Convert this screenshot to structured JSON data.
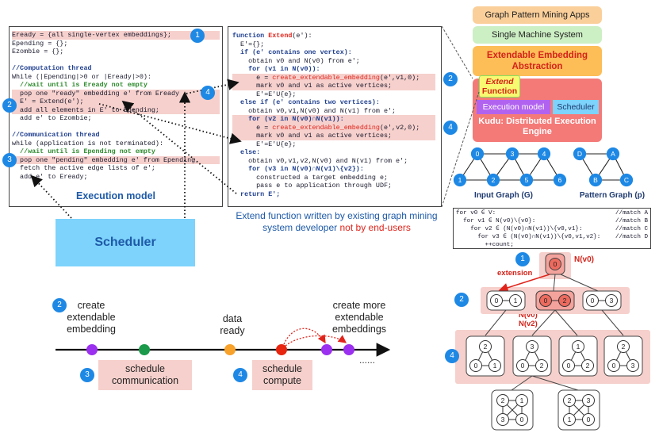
{
  "left_code": {
    "lines": [
      {
        "t": "Eready = {all single-vertex embeddings};",
        "hl": true
      },
      {
        "t": "Epending = {};"
      },
      {
        "t": "Ezombie = {};"
      },
      {
        "t": ""
      },
      {
        "t": "//Computation thread",
        "c": "cmtb"
      },
      {
        "t": "While (|Epending|>0 or |Eready|>0):"
      },
      {
        "t": "  //wait until is Eready not empty",
        "c": "cmt"
      },
      {
        "t": "  pop one \"ready\" embedding e' from Eready",
        "hl": true
      },
      {
        "t": "  E' = Extend(e');",
        "hl": true
      },
      {
        "t": "  add all elements in E' to Epending;",
        "hl": true
      },
      {
        "t": "  add e' to Ezombie;"
      },
      {
        "t": ""
      },
      {
        "t": "//Communication thread",
        "c": "cmtb"
      },
      {
        "t": "while (application is not terminated):"
      },
      {
        "t": "  //wait until is Epending not empty",
        "c": "cmt"
      },
      {
        "t": "  pop one \"pending\" embedding e' from Epending",
        "hl": true
      },
      {
        "t": "  fetch the active edge lists of e';"
      },
      {
        "t": "  add e' to Eready;"
      }
    ],
    "title": "Execution model"
  },
  "right_code": {
    "lines": [
      {
        "t": "function Extend(e'):",
        "fn": true
      },
      {
        "t": "  E'={};"
      },
      {
        "t": "  if (e' contains one vertex):",
        "k": true
      },
      {
        "t": "    obtain v0 and N(v0) from e';"
      },
      {
        "t": "    for (v1 in N(v0)):",
        "k": true
      },
      {
        "t": "      e = create_extendable_embedding(e',v1,0);",
        "hl": true,
        "r": true
      },
      {
        "t": "      mark v0 and v1 as active vertices;",
        "hl": true
      },
      {
        "t": "      E'=E'U{e};"
      },
      {
        "t": "  else if (e' contains two vertices):",
        "k": true
      },
      {
        "t": "    obtain v0,v1,N(v0) and N(v1) from e';"
      },
      {
        "t": "    for (v2 in N(v0)∩N(v1)):",
        "k": true,
        "hl": true
      },
      {
        "t": "      e = create_extendable_embedding(e',v2,0);",
        "hl": true,
        "r": true
      },
      {
        "t": "      mark v0 and v1 as active vertices;",
        "hl": true
      },
      {
        "t": "      E'=E'U{e};"
      },
      {
        "t": "  else:",
        "k": true
      },
      {
        "t": "    obtain v0,v1,v2,N(v0) and N(v1) from e';"
      },
      {
        "t": "    for (v3 in N(v0)∩N(v1)\\{v2}):",
        "k": true
      },
      {
        "t": "      constructed a target embedding e;"
      },
      {
        "t": "      pass e to application through UDF;"
      },
      {
        "t": "  return E';",
        "k": true
      }
    ]
  },
  "caption_black": "Extend function written by existing graph mining system developer",
  "caption_red": "not by end-users",
  "scheduler": "Scheduler",
  "stack": {
    "apps": "Graph Pattern Mining Apps",
    "single": "Single Machine System",
    "ext_emb": "Extendable Embedding Abstraction",
    "extend_fn_1": "Extend",
    "extend_fn_2": "Function",
    "exec_model": "Execution model",
    "sched": "Scheduler",
    "kudu": "Kudu: Distributed Execution Engine"
  },
  "input_graph": {
    "label": "Input Graph (G)",
    "nodes": [
      "0",
      "3",
      "4",
      "1",
      "2",
      "5",
      "6"
    ]
  },
  "pattern_graph": {
    "label": "Pattern Graph (p)",
    "nodes": [
      "D",
      "A",
      "B",
      "C"
    ]
  },
  "match_code": [
    {
      "a": "for v0 ∈ V:",
      "b": "//match A"
    },
    {
      "a": "  for v1 ∈ N(v0)\\{v0}:",
      "b": "//match B"
    },
    {
      "a": "    for v2 ∈ (N(v0)∩N(v1))\\{v0,v1}:",
      "b": "//match C"
    },
    {
      "a": "      for v3 ∈ (N(v0)∩N(v1))\\{v0,v1,v2}:",
      "b": "//match D"
    },
    {
      "a": "        ++count;",
      "b": ""
    }
  ],
  "tree": {
    "root": "0",
    "root_label": "N(v0)",
    "extension": "extension",
    "nv_label": "N(v0)\nN(v2)",
    "level2": [
      [
        "0",
        "1"
      ],
      [
        "0",
        "2"
      ],
      [
        "0",
        "3"
      ]
    ],
    "level3": [
      [
        "2",
        "0",
        "1"
      ],
      [
        "3",
        "0",
        "2"
      ],
      [
        "1",
        "0",
        "2"
      ],
      [
        "2",
        "0",
        "3"
      ]
    ],
    "level4": [
      [
        "2",
        "1",
        "3",
        "0"
      ],
      [
        "2",
        "3",
        "1",
        "0"
      ]
    ]
  },
  "timeline": {
    "create": "create\nextendable\nembedding",
    "data_ready": "data\nready",
    "create_more": "create more\nextendable\nembeddings",
    "sched_comm": "schedule\ncommunication",
    "sched_comp": "schedule\ncompute",
    "dots": "......"
  },
  "badges": [
    "1",
    "4",
    "2",
    "3",
    "2",
    "4",
    "1",
    "2",
    "4",
    "2",
    "3",
    "4"
  ],
  "colors": {
    "blue": "#1e88e5",
    "pink": "#f6d0cc",
    "red": "#e0241b",
    "sched": "#7dd3fb",
    "apps": "#fbcf9a",
    "single": "#cdefc4",
    "ext": "#fdbd57",
    "kudu": "#f47a78",
    "purple": "#b163f0",
    "yellow": "#f9f871"
  }
}
